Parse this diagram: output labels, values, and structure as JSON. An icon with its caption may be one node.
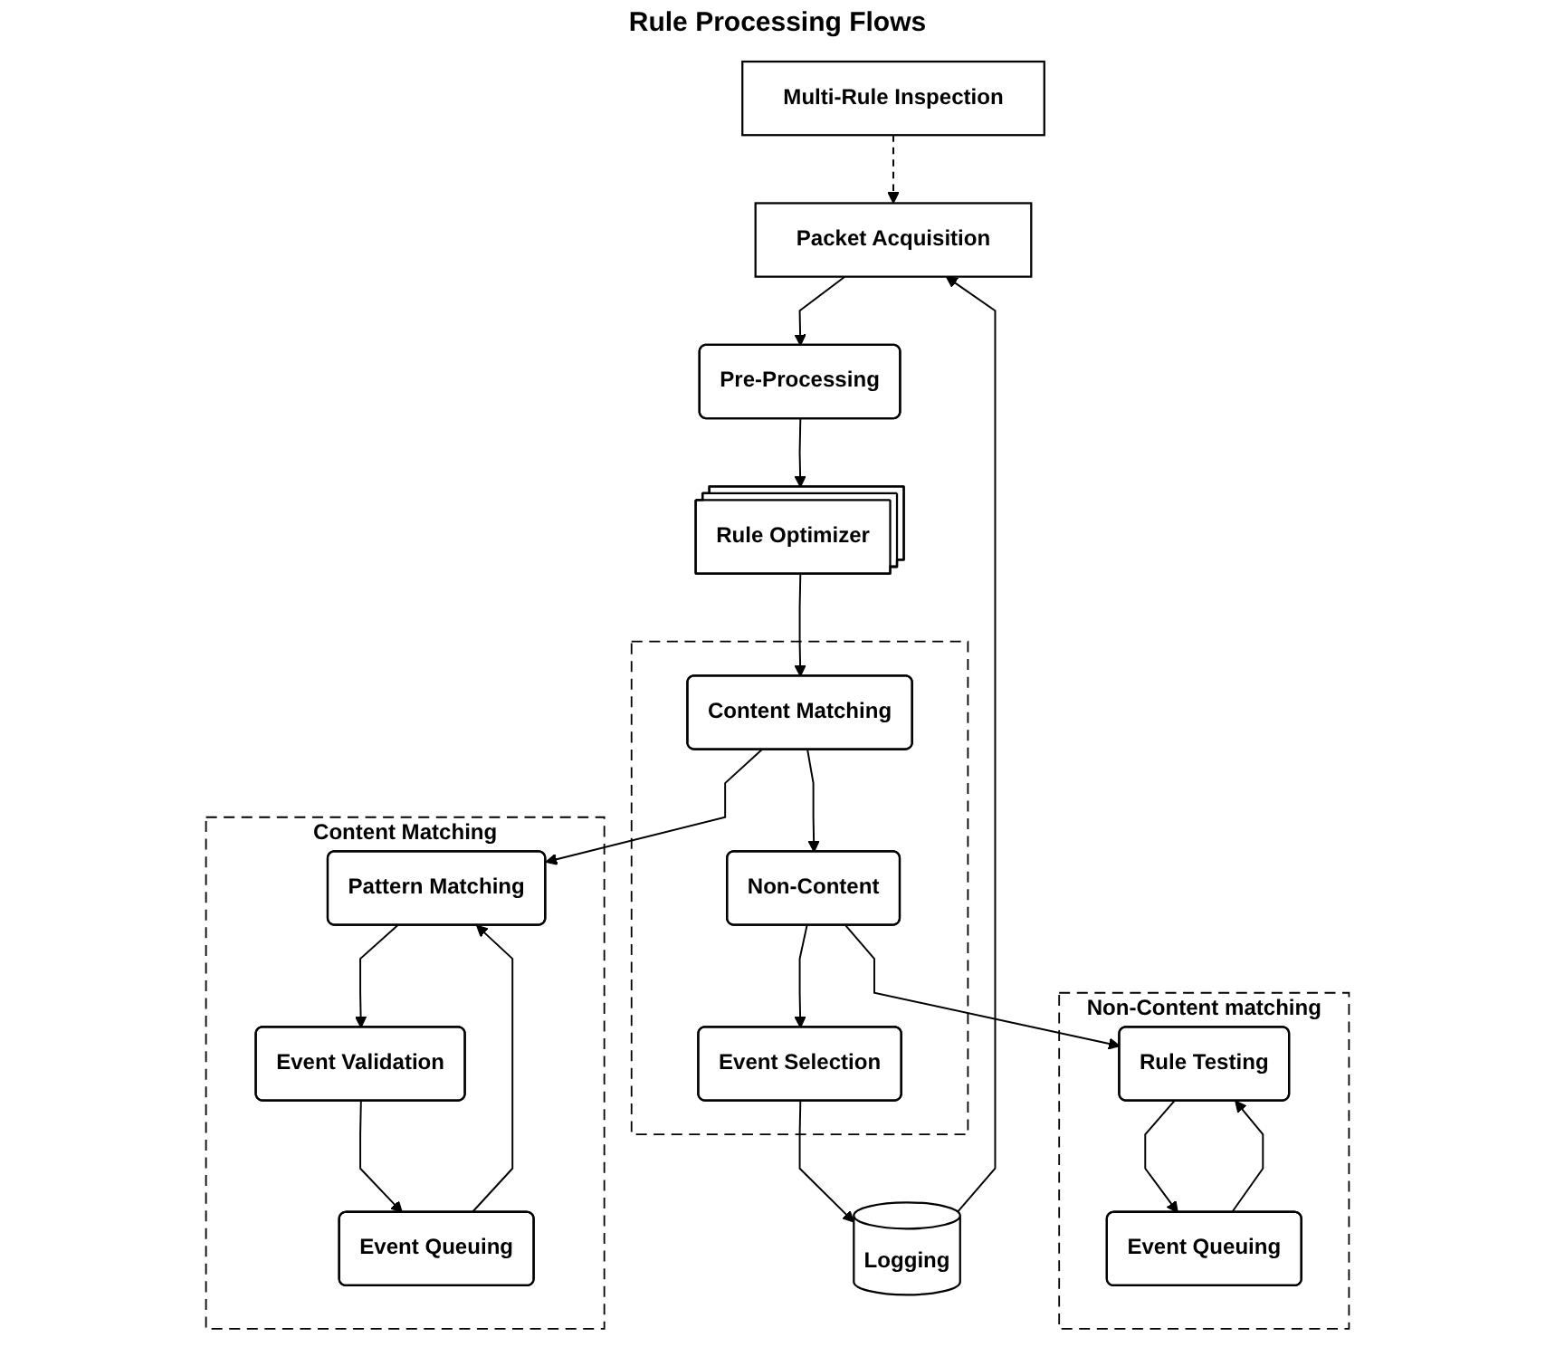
{
  "diagram": {
    "title": "Rule Processing Flows",
    "nodes": [
      {
        "text": [
          "Packet Acquisition"
        ]
      },
      {
        "text": [
          "Pre-Processing"
        ]
      },
      {
        "text": [
          "Rule Optimizer"
        ]
      },
      {
        "text": [],
        "shape": "box"
      },
      {
        "text": [
          "Content Matching"
        ],
        "in": 3
      },
      {
        "text": [
          "Non-Content"
        ],
        "in": 3
      },
      {
        "text": [
          "Event Selection"
        ],
        "in": 3
      },
      {
        "text": [
          "Logging"
        ]
      },
      {
        "text": [
          "Multi-Rule Inspection"
        ]
      },
      {
        "text": [
          "Content Matching"
        ]
      },
      {
        "text": [
          "Pattern Matching"
        ],
        "in": 9
      },
      {
        "text": [
          "Event Validation"
        ],
        "in": 9
      },
      {
        "text": [
          "Event Queuing"
        ],
        "in": 9
      },
      {
        "text": [
          "Non-Content matching"
        ]
      },
      {
        "text": [
          "Rule Testing"
        ],
        "in": 13
      },
      {
        "text": [
          "Event Queuing"
        ],
        "in": 13
      }
    ],
    "edges": [
      {
        "from": 0,
        "to": 1,
        "arrow": "to"
      },
      {
        "from": 1,
        "to": 2,
        "arrow": "to"
      },
      {
        "from": 2,
        "to": 4,
        "arrow": "to"
      },
      {
        "from": 4,
        "to": 5,
        "arrow": "to"
      },
      {
        "from": 5,
        "to": 6,
        "arrow": "to"
      },
      {
        "from": 6,
        "to": 7,
        "arrow": "to"
      },
      {
        "from": 7,
        "to": 0,
        "arrow": "to"
      },
      {
        "from": 8,
        "to": 0,
        "arrow": "to",
        "style": "dashed"
      },
      {
        "from": 4,
        "to": 10,
        "arrow": "to"
      },
      {
        "from": 10,
        "to": 11,
        "arrow": "to"
      },
      {
        "from": 11,
        "to": 12,
        "arrow": "to"
      },
      {
        "from": 12,
        "to": 10,
        "arrow": "to"
      },
      {
        "from": 5,
        "to": 14,
        "arrow": "to"
      },
      {
        "from": 14,
        "to": 15,
        "arrow": "to"
      },
      {
        "from": 15,
        "to": 14,
        "arrow": "to"
      }
    ]
  }
}
